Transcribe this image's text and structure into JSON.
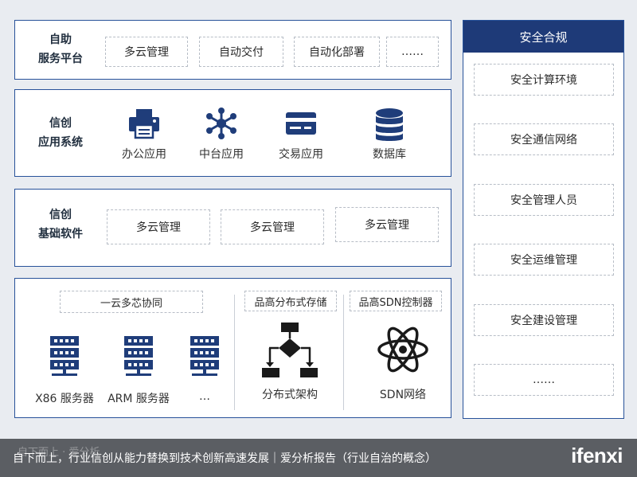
{
  "self_service": {
    "title": "自助\n服务平台",
    "items": [
      "多云管理",
      "自动交付",
      "自动化部署",
      "……"
    ]
  },
  "applications": {
    "title": "信创\n应用系统",
    "items": [
      {
        "label": "办公应用",
        "icon": "printer-icon"
      },
      {
        "label": "中台应用",
        "icon": "network-hub-icon"
      },
      {
        "label": "交易应用",
        "icon": "card-icon"
      },
      {
        "label": "数据库",
        "icon": "database-icon"
      }
    ]
  },
  "basic_software": {
    "title": "信创\n基础软件",
    "items": [
      "多云管理",
      "多云管理",
      "多云管理"
    ]
  },
  "infrastructure": {
    "cloud_title": "一云多芯协同",
    "storage_title": "品高分布式存储",
    "sdn_title": "品高SDN控制器",
    "servers": [
      {
        "label": "X86 服务器",
        "icon": "server-icon"
      },
      {
        "label": "ARM 服务器",
        "icon": "server-icon"
      },
      {
        "label": "…",
        "icon": "server-icon"
      }
    ],
    "storage_label": "分布式架构",
    "storage_icon": "flowchart-icon",
    "sdn_label": "SDN网络",
    "sdn_icon": "atom-icon"
  },
  "security": {
    "title": "安全合规",
    "items": [
      "安全计算环境",
      "安全通信网络",
      "安全管理人员",
      "安全运维管理",
      "安全建设管理",
      "……"
    ]
  },
  "caption": {
    "text": "自下而上，行业信创从能力替换到技术创新高速发展｜爱分析报告（行业自治的概念）",
    "brand": "ifenxi",
    "watermark": "自下而上 · 爱分析"
  },
  "colors": {
    "accent": "#1e3a78",
    "icon": "#1f3d7a",
    "border": "#28529a"
  }
}
